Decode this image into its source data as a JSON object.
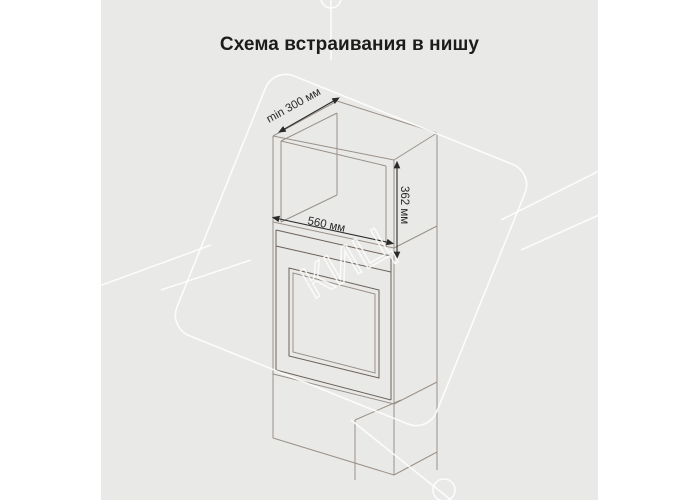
{
  "title": "Схема встраивания в нишу",
  "dimensions": {
    "depth_min": "min 300 мм",
    "width": "560 мм",
    "height": "362 мм"
  },
  "watermark": {
    "text": "КИЦ"
  },
  "colors": {
    "background": "#e9e9e7",
    "cabinet_line": "#9a9188",
    "dimension_line": "#2a2a2a",
    "watermark": "#ffffff"
  }
}
